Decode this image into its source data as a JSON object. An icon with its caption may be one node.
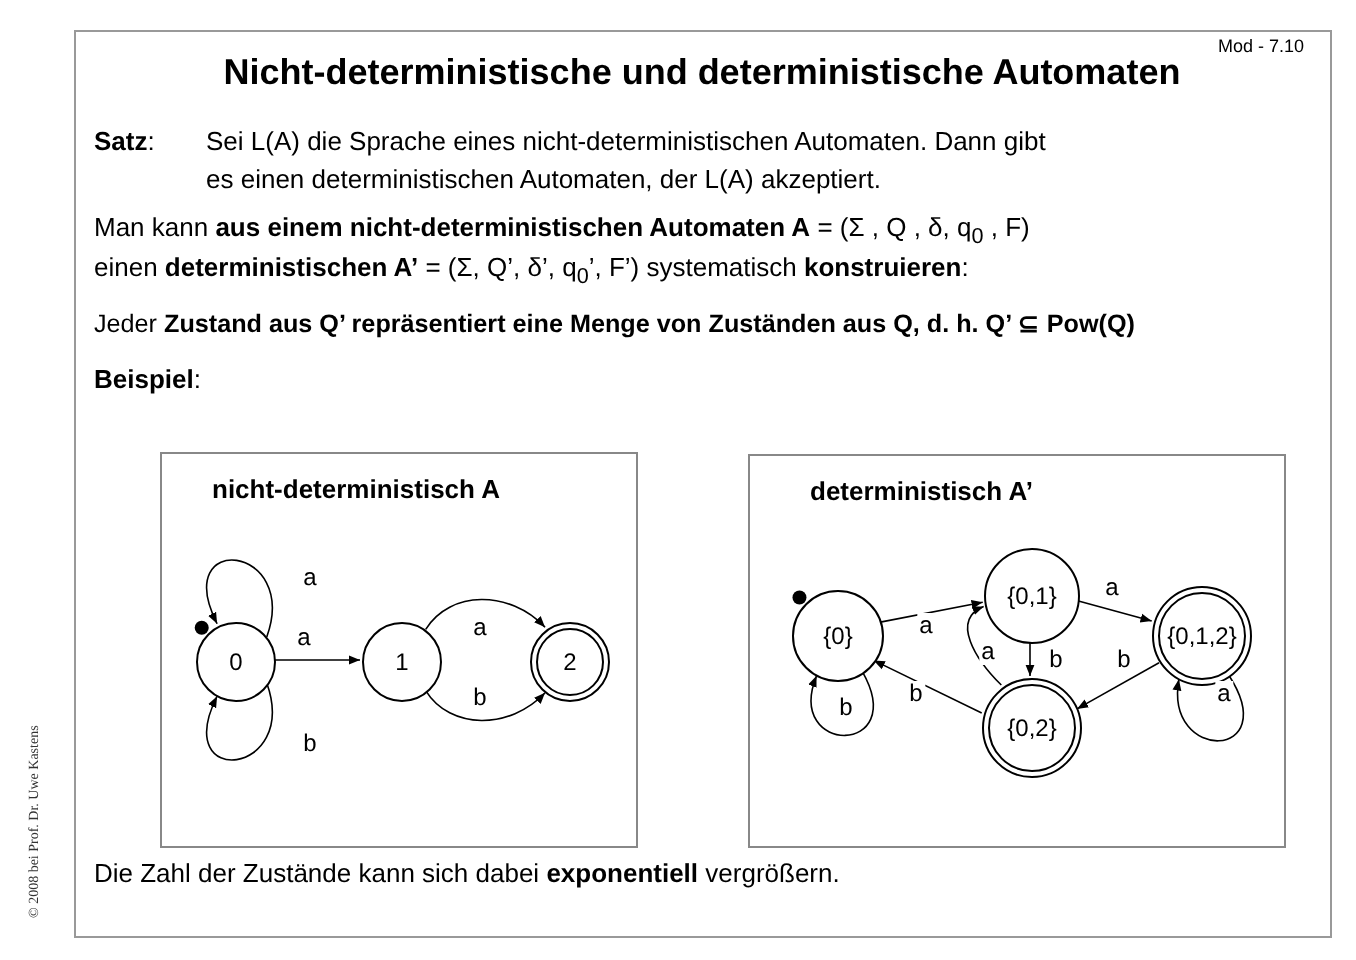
{
  "diagram": {
    "title": "Nicht-deterministische und deterministische Automaten",
    "nodes": [
      {
        "text": [
          "nicht-deterministisch A"
        ]
      },
      {
        "text": [
          "0"
        ],
        "in": 0
      },
      {
        "text": [
          "1"
        ],
        "in": 0
      },
      {
        "text": [
          "2"
        ],
        "in": 0
      },
      {
        "text": [
          "deterministisch A’"
        ]
      },
      {
        "text": [
          "{0}"
        ],
        "in": 4
      },
      {
        "text": [
          "{0,1}"
        ],
        "in": 4
      },
      {
        "text": [
          "{0,1,2}"
        ],
        "in": 4
      },
      {
        "text": [
          "{0,2}"
        ],
        "in": 4
      }
    ],
    "edges": [
      {
        "from": 1,
        "to": 1,
        "arrow": "to",
        "label": "a"
      },
      {
        "from": 1,
        "to": 1,
        "arrow": "to",
        "label": "b"
      },
      {
        "from": 1,
        "to": 2,
        "arrow": "to",
        "label": "a"
      },
      {
        "from": 2,
        "to": 3,
        "arrow": "to",
        "label": "a"
      },
      {
        "from": 2,
        "to": 3,
        "arrow": "to",
        "label": "b"
      },
      {
        "from": 5,
        "to": 6,
        "arrow": "to",
        "label": "a"
      },
      {
        "from": 6,
        "to": 7,
        "arrow": "to",
        "label": "a"
      },
      {
        "from": 6,
        "to": 8,
        "arrow": "to",
        "label": "b"
      },
      {
        "from": 7,
        "to": 8,
        "arrow": "to",
        "label": "b"
      },
      {
        "from": 8,
        "to": 5,
        "arrow": "to",
        "label": "b"
      },
      {
        "from": 8,
        "to": 6,
        "arrow": "to",
        "label": "a"
      },
      {
        "from": 5,
        "to": 5,
        "arrow": "to",
        "label": "b"
      },
      {
        "from": 7,
        "to": 7,
        "arrow": "to",
        "label": "a"
      }
    ],
    "labels": [
      "Mod - 7.10",
      "**Satz**:",
      "Sei L(A) die Sprache eines nicht-deterministischen Automaten. Dann gibt es einen deterministischen Automaten, der L(A) akzeptiert.",
      "Man kann **aus einem nicht-deterministischen Automaten A** = (Σ , Q , δ, q$_{0}$ , F)",
      "einen **deterministischen A’** = (Σ, Q’, δ’, q$_{0}$’, F’) systematisch **konstruieren**:",
      "Jeder **Zustand aus Q’ repräsentiert eine Menge von Zuständen aus Q, d. h. Q’ ⊆ Pow(Q)**",
      "**Beispiel**:",
      "Die Zahl der Zustände kann sich dabei **exponentiell** vergrößern.",
      "© 2008 bei Prof. Dr. Uwe Kastens"
    ]
  }
}
